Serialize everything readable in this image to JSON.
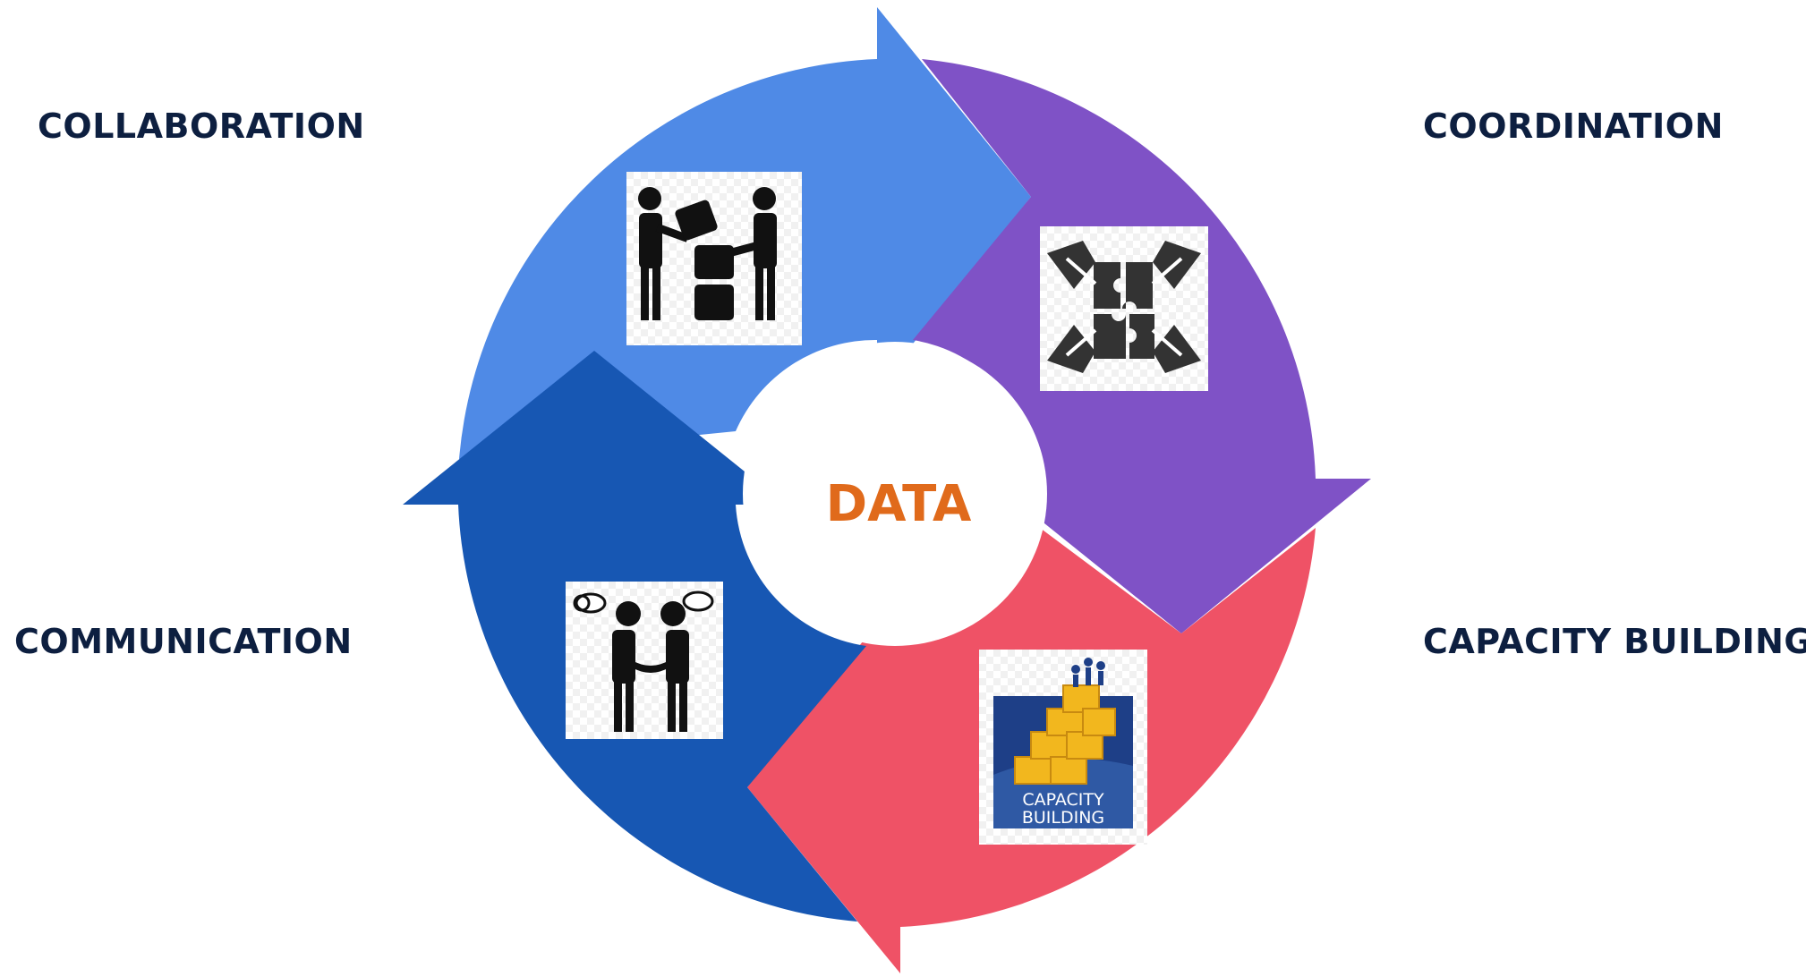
{
  "center": {
    "text": "DATA",
    "color": "#e06a1b"
  },
  "stages": [
    {
      "id": "collaboration",
      "label": "COLLABORATION",
      "color": "#4f8ae6",
      "icon": "collaboration-people-blocks-icon"
    },
    {
      "id": "coordination",
      "label": "COORDINATION",
      "color": "#7f52c6",
      "icon": "puzzle-hands-icon"
    },
    {
      "id": "capacity_building",
      "label": "CAPACITY BUILDING",
      "color": "#ef5266",
      "icon": "capacity-building-bricks-icon"
    },
    {
      "id": "communication",
      "label": "COMMUNICATION",
      "color": "#1757b3",
      "icon": "handshake-speech-icon"
    }
  ],
  "capacity_icon_text": [
    "CAPACITY",
    "BUILDING"
  ],
  "label_color": "#0d1f40"
}
